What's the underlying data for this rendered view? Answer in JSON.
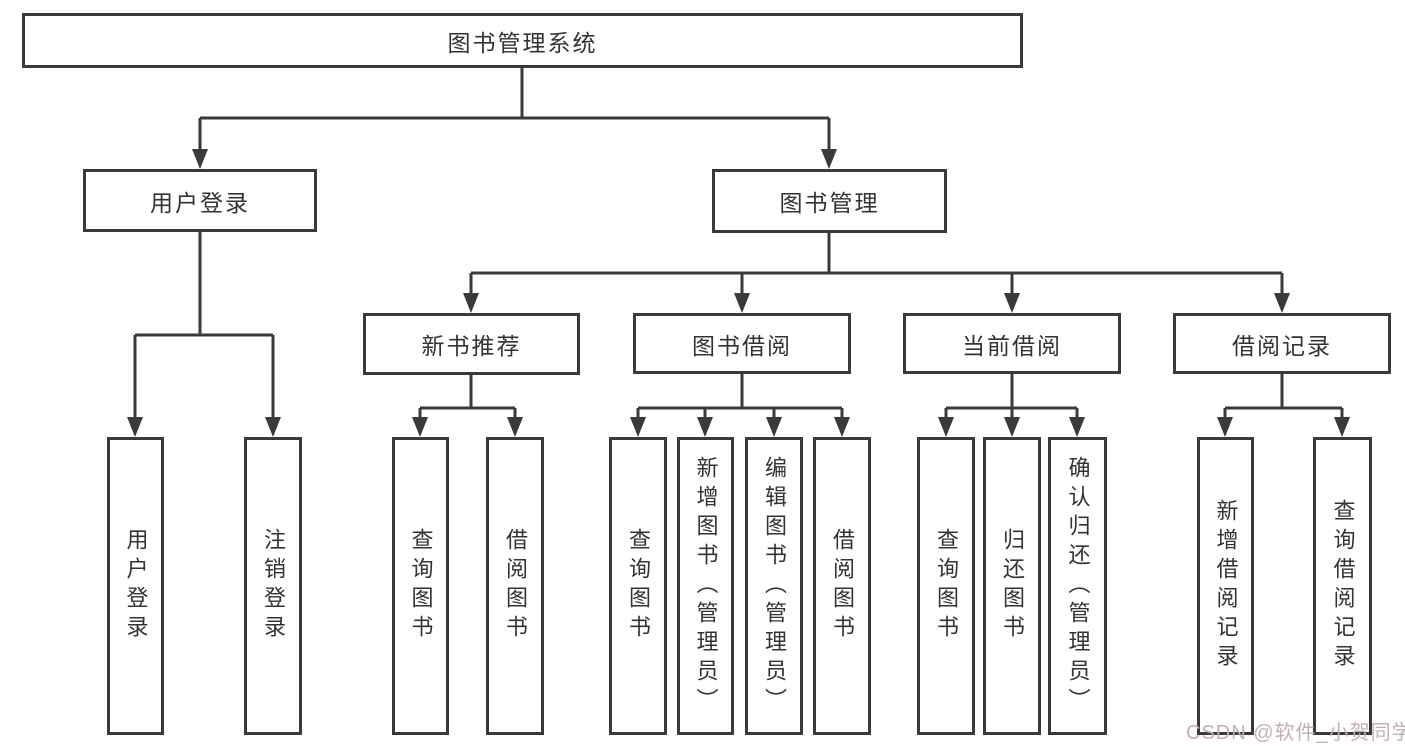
{
  "root": {
    "label": "图书管理系统"
  },
  "level2": [
    {
      "label": "用户登录"
    },
    {
      "label": "图书管理"
    }
  ],
  "level3": [
    {
      "label": "新书推荐"
    },
    {
      "label": "图书借阅"
    },
    {
      "label": "当前借阅"
    },
    {
      "label": "借阅记录"
    }
  ],
  "leaves": [
    {
      "label": "用户登录",
      "parent": "用户登录"
    },
    {
      "label": "注销登录",
      "parent": "用户登录"
    },
    {
      "label": "查询图书",
      "parent": "新书推荐"
    },
    {
      "label": "借阅图书",
      "parent": "新书推荐"
    },
    {
      "label": "查询图书",
      "parent": "图书借阅"
    },
    {
      "label": "新增图书（管理员）",
      "parent": "图书借阅"
    },
    {
      "label": "编辑图书（管理员）",
      "parent": "图书借阅"
    },
    {
      "label": "借阅图书",
      "parent": "图书借阅"
    },
    {
      "label": "查询图书",
      "parent": "当前借阅"
    },
    {
      "label": "归还图书",
      "parent": "当前借阅"
    },
    {
      "label": "确认归还（管理员）",
      "parent": "当前借阅"
    },
    {
      "label": "新增借阅记录",
      "parent": "借阅记录"
    },
    {
      "label": "查询借阅记录",
      "parent": "借阅记录"
    }
  ],
  "watermark": {
    "text": "CSDN @软件_小贺同学"
  },
  "colors": {
    "line": "#3a3a3a",
    "box_border": "#3a3a3a",
    "text": "#333333",
    "watermark": "#c4b0b0",
    "background": "#ffffff"
  }
}
